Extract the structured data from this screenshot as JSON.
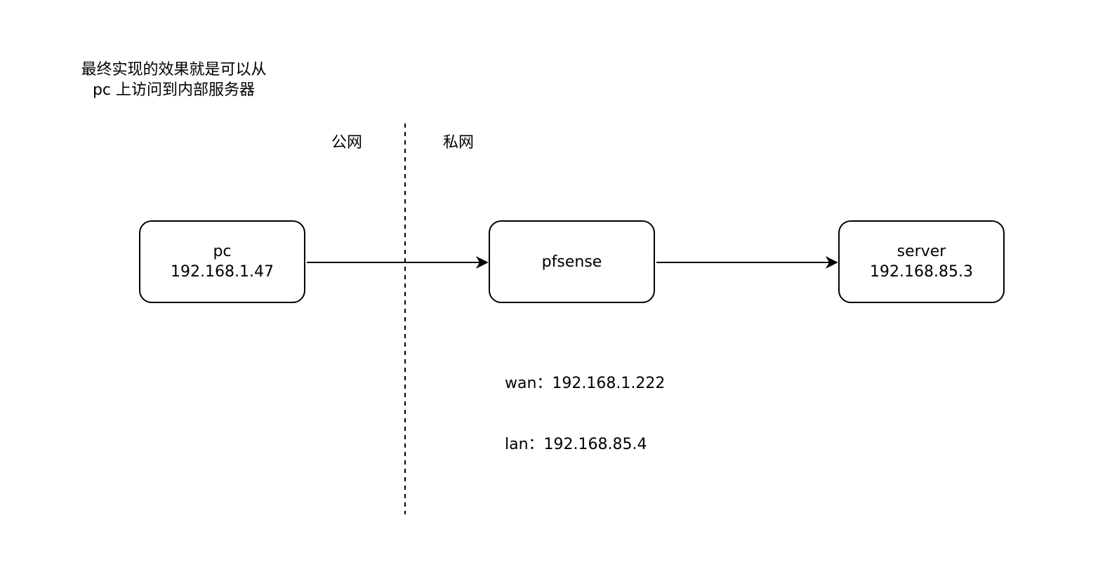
{
  "note": {
    "line1": "最终实现的效果就是可以从",
    "line2": "pc 上访问到内部服务器"
  },
  "zones": {
    "public": "公网",
    "private": "私网"
  },
  "nodes": {
    "pc": {
      "name": "pc",
      "ip": "192.168.1.47"
    },
    "pfsense": {
      "name": "pfsense"
    },
    "server": {
      "name": "server",
      "ip": "192.168.85.3"
    }
  },
  "interfaces": {
    "wan": "wan：192.168.1.222",
    "lan": "lan：192.168.85.4"
  },
  "edges": [
    {
      "from": "pc",
      "to": "pfsense"
    },
    {
      "from": "pfsense",
      "to": "server"
    }
  ],
  "colors": {
    "stroke": "#000000",
    "background": "#ffffff"
  }
}
